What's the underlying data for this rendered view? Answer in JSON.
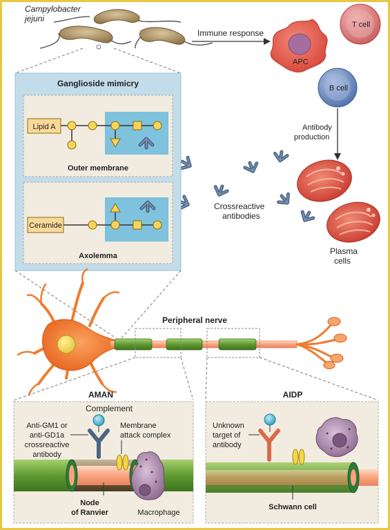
{
  "labels": {
    "bacterium_line1": "Campylobacter",
    "bacterium_line2": "jejuni",
    "immune_response": "Immune response",
    "apc": "APC",
    "t_cell": "T cell",
    "b_cell": "B cell",
    "antibody_production_line1": "Antibody",
    "antibody_production_line2": "production",
    "ganglioside_mimicry": "Ganglioside mimicry",
    "lipid_a": "Lipid A",
    "outer_membrane": "Outer membrane",
    "ceramide": "Ceramide",
    "axolemma": "Axolemma",
    "crossreactive_line1": "Crossreactive",
    "crossreactive_line2": "antibodies",
    "plasma_line1": "Plasma",
    "plasma_line2": "cells",
    "peripheral_nerve": "Peripheral nerve",
    "aman": "AMAN",
    "aidp": "AIDP",
    "complement": "Complement",
    "anti_gm1_line1": "Anti-GM1 or",
    "anti_gm1_line2": "anti-GD1a",
    "anti_gm1_line3": "crossreactive",
    "anti_gm1_line4": "antibody",
    "mac_line1": "Membrane",
    "mac_line2": "attack complex",
    "node_line1": "Node",
    "node_line2": "of Ranvier",
    "macrophage": "Macrophage",
    "unknown_line1": "Unknown",
    "unknown_line2": "target of",
    "unknown_line3": "antibody",
    "schwann_cell": "Schwann cell"
  },
  "colors": {
    "frame": "#e8c842",
    "panel_blue": "#c3dcea",
    "panel_beige": "#f1ecdf",
    "bacterium": "#b0956a",
    "apc": "#e8574a",
    "t_cell": "#e07d7d",
    "b_cell": "#5d7fb8",
    "plasma": "#d9463b",
    "neuron": "#ef7b2e",
    "myelin": "#7fb04d",
    "antibody": "#4b6585",
    "antibody_aidp": "#d96a4a"
  }
}
